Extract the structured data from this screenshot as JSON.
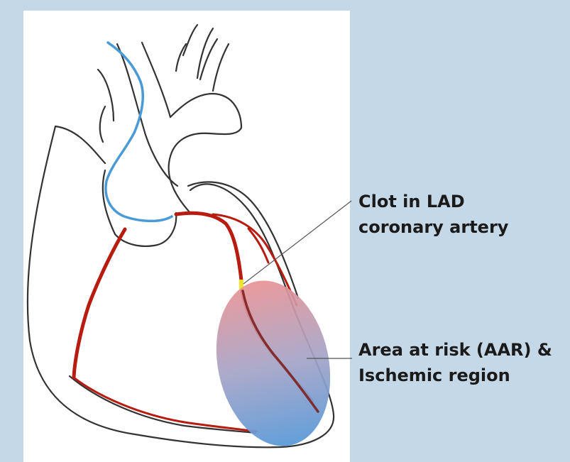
{
  "labels": {
    "clot": {
      "line1": "Clot in LAD",
      "line2": "coronary artery"
    },
    "aar": {
      "line1": "Area at risk (AAR) &",
      "line2": "Ischemic region"
    }
  },
  "colors": {
    "background": "#c5d8e8",
    "panel": "#ffffff",
    "outline": "#333333",
    "vein": "#4a9ad8",
    "artery": "#b81c10",
    "clot": "#f2e22a",
    "aar_top": "#e89294",
    "aar_bottom": "#5a9ad8"
  }
}
